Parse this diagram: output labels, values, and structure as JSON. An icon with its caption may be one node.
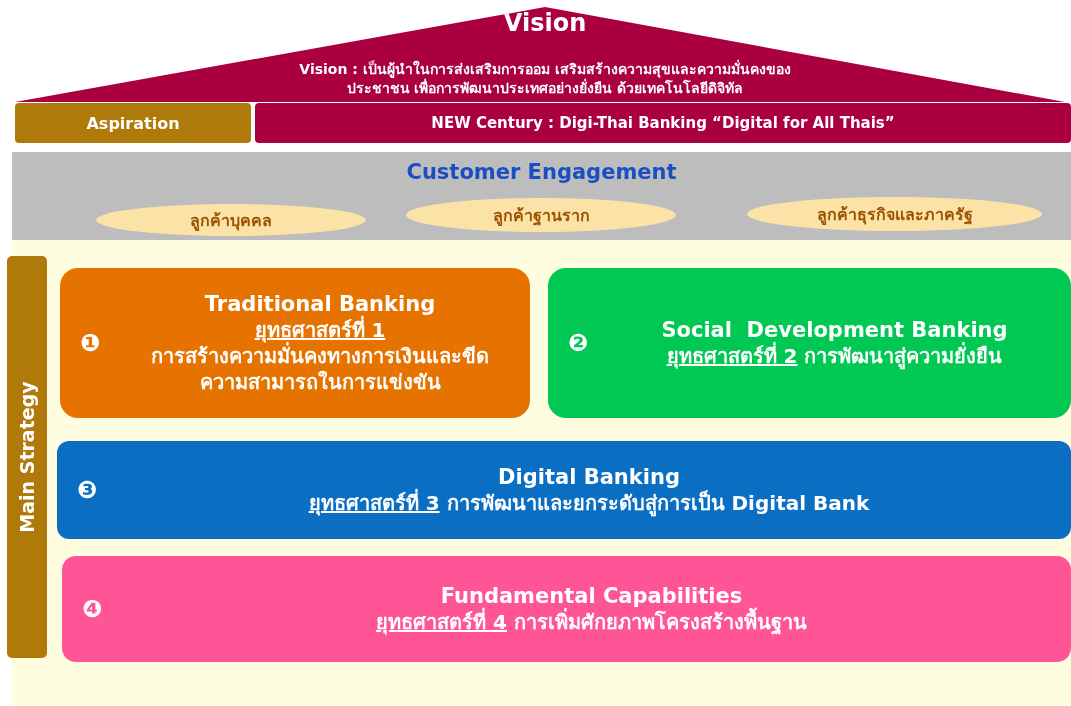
{
  "diagram": {
    "nodes": [
      {
        "text": [
          "Vision",
          "Vision : เป็นผู้นำในการส่งเสริมการออม เสริมสร้างความสุขและความมั่นคงของประชาชน เพื่อการพัฒนาประเทศอย่างยั่งยืน ด้วยเทคโนโลยีดิจิทัล"
        ]
      },
      {
        "text": [
          "Aspiration"
        ]
      },
      {
        "text": [
          "NEW Century : Digi-Thai Banking “Digital for All Thais”"
        ]
      },
      {
        "text": [
          "Customer Engagement"
        ]
      },
      {
        "text": [
          "ลูกค้าบุคคล"
        ],
        "in": 3
      },
      {
        "text": [
          "ลูกค้าฐานราก"
        ],
        "in": 3
      },
      {
        "text": [
          "ลูกค้าธุรกิจและภาครัฐ"
        ],
        "in": 3
      },
      {
        "text": [
          "Main Strategy"
        ]
      },
      {
        "text": [
          "❶",
          "Traditional Banking",
          "ยุทธศาสตร์ที่ 1",
          "การสร้างความมั่นคงทางการเงินและขีดความสามารถในการแข่งขัน"
        ]
      },
      {
        "text": [
          "❷",
          "Social  Development Banking",
          "ยุทธศาสตร์ที่ 2",
          "การพัฒนาสู่ความยั่งยืน"
        ]
      },
      {
        "text": [
          "❸",
          "Digital Banking",
          "ยุทธศาสตร์ที่ 3",
          "การพัฒนาและยกระดับสู่การเป็น Digital Bank"
        ]
      },
      {
        "text": [
          "❹",
          "Fundamental Capabilities",
          "ยุทธศาสตร์ที่ 4",
          "การเพิ่มศักยภาพโครงสร้างพื้นฐาน"
        ]
      }
    ],
    "edges": []
  }
}
